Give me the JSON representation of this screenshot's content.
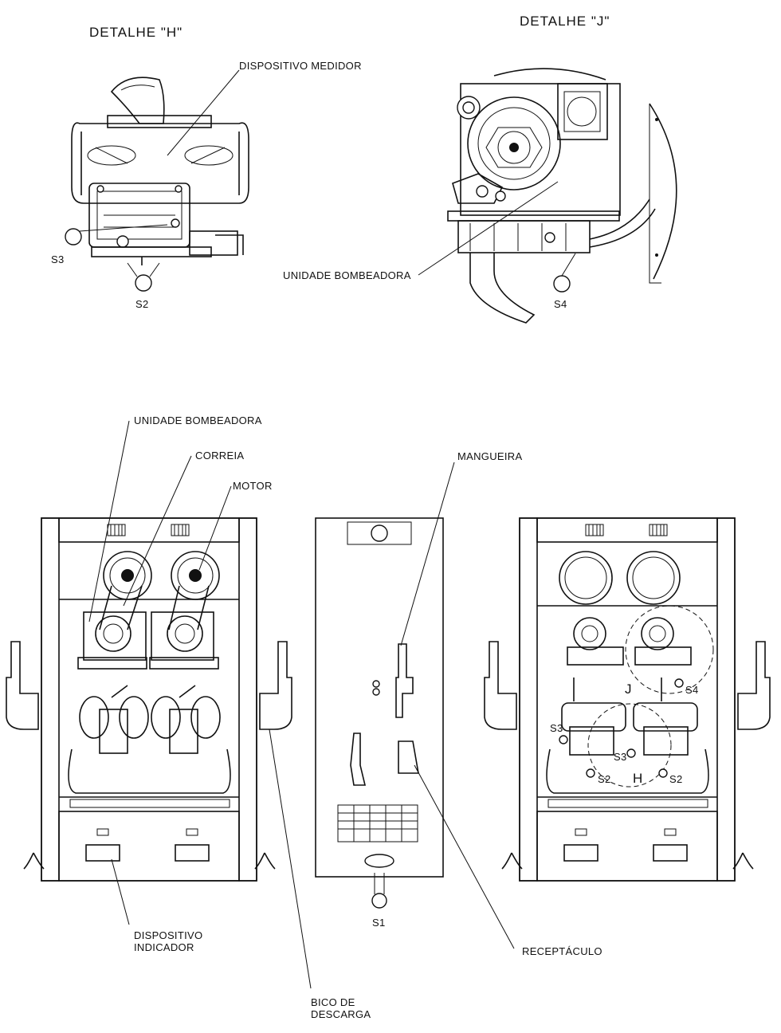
{
  "titles": {
    "detail_h": "DETALHE \"H\"",
    "detail_j": "DETALHE \"J\""
  },
  "labels": {
    "dispositivo_medidor": "DISPOSITIVO MEDIDOR",
    "unidade_bombeadora_detail": "UNIDADE BOMBEADORA",
    "unidade_bombeadora_main": "UNIDADE BOMBEADORA",
    "correia": "CORREIA",
    "motor": "MOTOR",
    "mangueira": "MANGUEIRA",
    "dispositivo_line1": "DISPOSITIVO",
    "dispositivo_line2": "INDICADOR",
    "bico_line1": "BICO DE",
    "bico_line2": "DESCARGA",
    "receptaculo": "RECEPTÁCULO"
  },
  "seals": {
    "s1": "S1",
    "s2_h": "S2",
    "s3_h": "S3",
    "s4_j": "S4",
    "right_s2a": "S2",
    "right_s2b": "S2",
    "right_s3a": "S3",
    "right_s3b": "S3",
    "right_s4": "S4",
    "right_h": "H",
    "right_j": "J"
  },
  "icons": [
    "pulley-icon",
    "pump-gear-icon",
    "seal-tag-icon",
    "nozzle-icon"
  ]
}
